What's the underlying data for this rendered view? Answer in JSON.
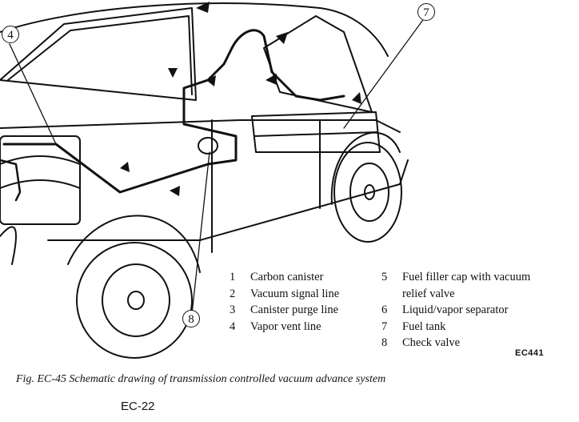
{
  "figure": {
    "callouts": [
      "4",
      "7",
      "8"
    ],
    "legend_left": [
      {
        "num": "1",
        "text": "Carbon canister"
      },
      {
        "num": "2",
        "text": "Vacuum signal line"
      },
      {
        "num": "3",
        "text": "Canister purge line"
      },
      {
        "num": "4",
        "text": "Vapor vent line"
      }
    ],
    "legend_right": [
      {
        "num": "5",
        "text": "Fuel filler cap with vacuum",
        "cont": "relief valve"
      },
      {
        "num": "6",
        "text": "Liquid/vapor separator"
      },
      {
        "num": "7",
        "text": "Fuel tank"
      },
      {
        "num": "8",
        "text": "Check valve"
      }
    ],
    "code": "EC441",
    "caption": "Fig. EC-45  Schematic drawing of transmission controlled vacuum advance system"
  },
  "page_number": "EC-22"
}
